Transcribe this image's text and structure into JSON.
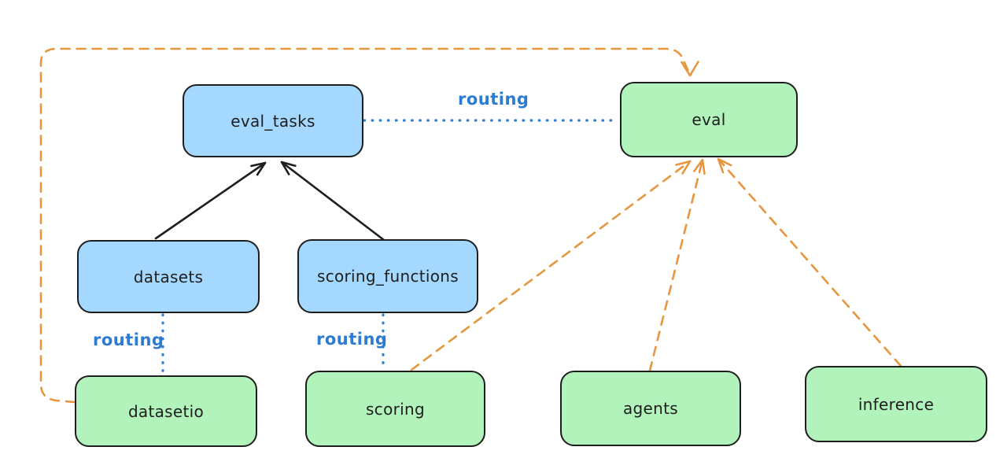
{
  "diagram": {
    "nodes": {
      "eval_tasks": {
        "label": "eval_tasks",
        "fill": "blue"
      },
      "eval": {
        "label": "eval",
        "fill": "green"
      },
      "datasets": {
        "label": "datasets",
        "fill": "blue"
      },
      "scoring_functions": {
        "label": "scoring_functions",
        "fill": "blue"
      },
      "datasetio": {
        "label": "datasetio",
        "fill": "green"
      },
      "scoring": {
        "label": "scoring",
        "fill": "green"
      },
      "agents": {
        "label": "agents",
        "fill": "green"
      },
      "inference": {
        "label": "inference",
        "fill": "green"
      }
    },
    "edge_labels": {
      "eval_tasks_to_eval": "routing",
      "datasets_to_datasetio": "routing",
      "scoring_functions_to_scoring": "routing"
    },
    "edges": [
      {
        "from": "datasets",
        "to": "eval_tasks",
        "style": "solid-arrow",
        "color": "black"
      },
      {
        "from": "scoring_functions",
        "to": "eval_tasks",
        "style": "solid-arrow",
        "color": "black"
      },
      {
        "from": "eval_tasks",
        "to": "eval",
        "style": "dotted-line",
        "color": "blue",
        "label": "routing"
      },
      {
        "from": "datasets",
        "to": "datasetio",
        "style": "dotted-line",
        "color": "blue",
        "label": "routing"
      },
      {
        "from": "scoring_functions",
        "to": "scoring",
        "style": "dotted-line",
        "color": "blue",
        "label": "routing"
      },
      {
        "from": "datasetio",
        "to": "eval",
        "style": "dashed-arrow",
        "color": "orange"
      },
      {
        "from": "scoring",
        "to": "eval",
        "style": "dashed-arrow",
        "color": "orange"
      },
      {
        "from": "agents",
        "to": "eval",
        "style": "dashed-arrow",
        "color": "orange"
      },
      {
        "from": "inference",
        "to": "eval",
        "style": "dashed-arrow",
        "color": "orange"
      }
    ],
    "colors": {
      "blue_fill": "#a5d8ff",
      "green_fill": "#b2f2bb",
      "stroke": "#1e1e1e",
      "routing_blue": "#2e7cd1",
      "orange": "#e8963e",
      "background": "#ffffff"
    }
  }
}
